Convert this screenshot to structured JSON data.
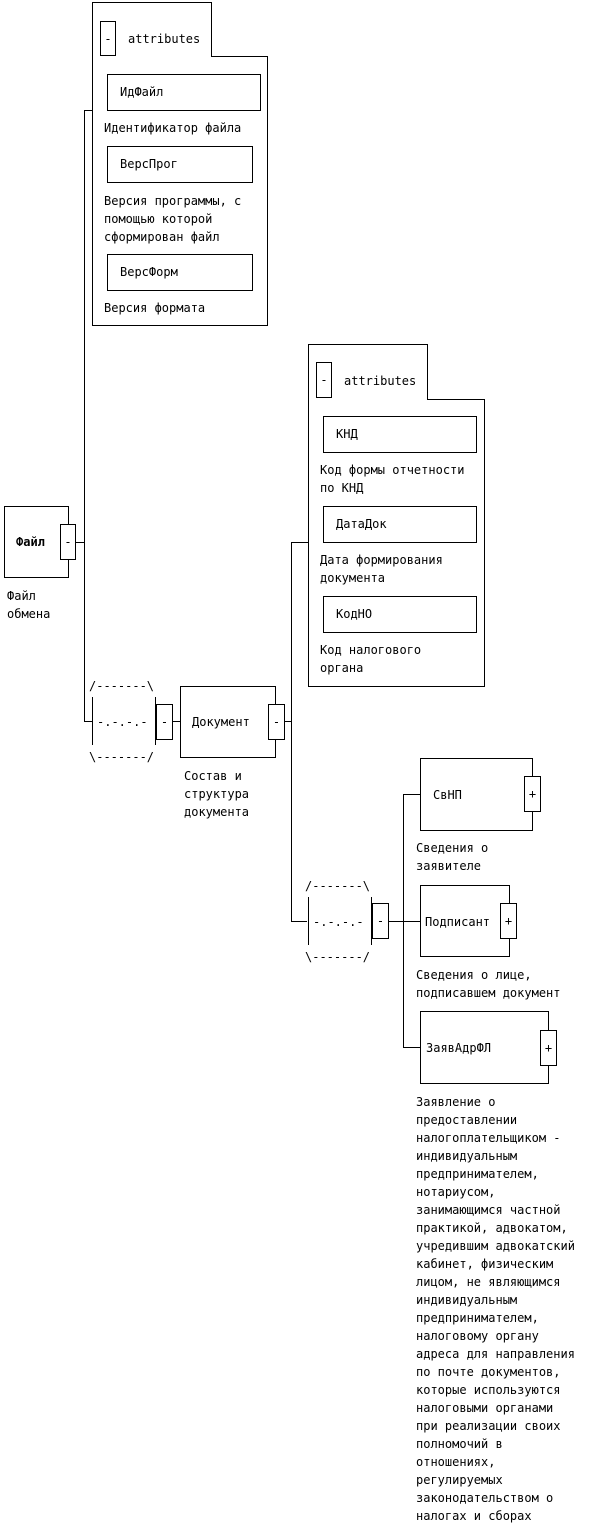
{
  "diagram": {
    "root": {
      "name": "Файл",
      "toggle": "-",
      "description": "Файл\nобмена",
      "attributes_group": {
        "toggle": "-",
        "title": "attributes",
        "items": [
          {
            "name": "ИдФайл",
            "description": "Идентификатор файла"
          },
          {
            "name": "ВерсПрог",
            "description": "Версия программы, с\nпомощью которой\nсформирован файл"
          },
          {
            "name": "ВерсФорм",
            "description": "Версия формата"
          }
        ]
      }
    },
    "sequence1": {
      "top": "/-------\\",
      "middle": "-.-.-.-",
      "bottom": "\\-------/",
      "toggle": "-"
    },
    "document": {
      "name": "Документ",
      "toggle": "-",
      "description": "Состав и\nструктура\nдокумента",
      "attributes_group": {
        "toggle": "-",
        "title": "attributes",
        "items": [
          {
            "name": "КНД",
            "description": "Код формы отчетности\nпо КНД"
          },
          {
            "name": "ДатаДок",
            "description": "Дата формирования\nдокумента"
          },
          {
            "name": "КодНО",
            "description": "Код налогового\nоргана"
          }
        ]
      }
    },
    "sequence2": {
      "top": "/-------\\",
      "middle": "-.-.-.-",
      "bottom": "\\-------/",
      "toggle": "-"
    },
    "children": [
      {
        "name": "СвНП",
        "toggle": "+",
        "description": "Сведения о\nзаявителе"
      },
      {
        "name": "Подписант",
        "toggle": "+",
        "description": "Сведения о лице,\nподписавшем документ"
      },
      {
        "name": "ЗаявАдрФЛ",
        "toggle": "+",
        "description": "Заявление о\nпредоставлении\nналогоплательщиком -\nиндивидуальным\nпредпринимателем,\nнотариусом,\nзанимающимся частной\nпрактикой, адвокатом,\nучредившим адвокатский\nкабинет, физическим\nлицом, не являющимся\nиндивидуальным\nпредпринимателем,\nналоговому органу\nадреса для направления\nпо почте документов,\nкоторые используются\nналоговыми органами\nпри реализации своих\nполномочий в\nотношениях,\nрегулируемых\nзаконодательством о\nналогах и сборах"
      }
    ]
  }
}
